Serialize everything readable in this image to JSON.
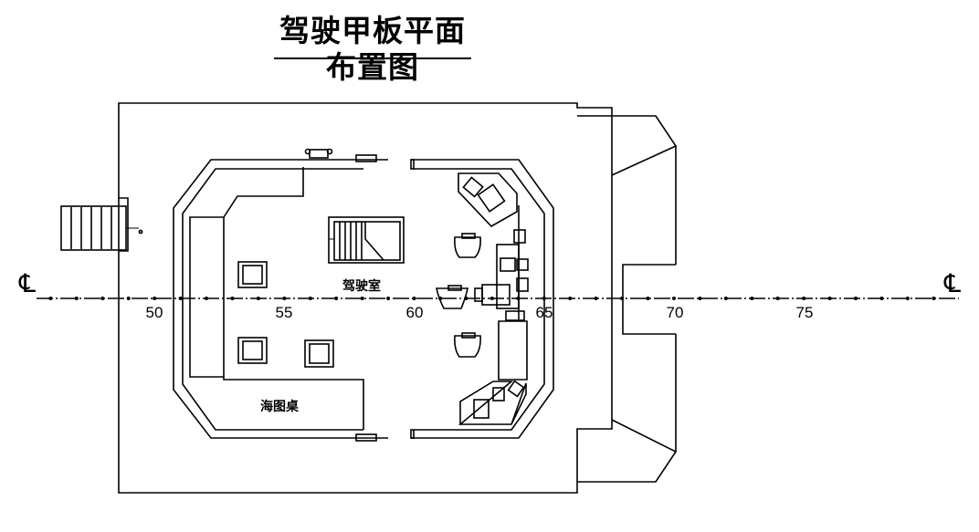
{
  "drawing": {
    "title": "驾驶甲板平面布置图",
    "rooms": {
      "wheelhouse": "驾驶室",
      "chart_table": "海图桌"
    },
    "centerline_symbol": "℄",
    "frame_numbers": [
      "50",
      "55",
      "60",
      "65",
      "70",
      "75"
    ]
  }
}
